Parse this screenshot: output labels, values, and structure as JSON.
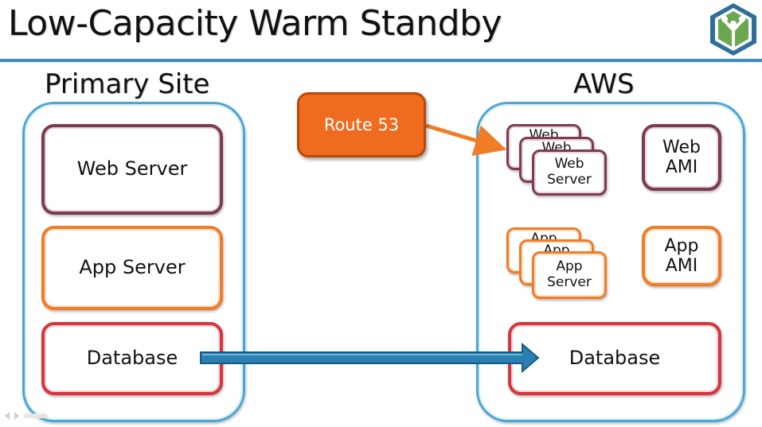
{
  "slide": {
    "title": "Low-Capacity Warm Standby"
  },
  "primary_site": {
    "title": "Primary Site",
    "web_server": "Web Server",
    "app_server": "App Server",
    "database": "Database"
  },
  "aws": {
    "title": "AWS",
    "web_stack_back": "Web",
    "web_stack_middle": "Web",
    "web_stack_front_line1": "Web",
    "web_stack_front_line2": "Server",
    "web_ami_line1": "Web",
    "web_ami_line2": "AMI",
    "app_stack_back": "App",
    "app_stack_middle": "App",
    "app_stack_front_line1": "App",
    "app_stack_front_line2": "Server",
    "app_ami_line1": "App",
    "app_ami_line2": "AMI",
    "database": "Database"
  },
  "route53": {
    "label": "Route 53"
  },
  "colors": {
    "accent_rule": "#3b8cc0",
    "site_border": "#4aa7d4",
    "web_border": "#7c3b55",
    "app_border": "#f07c27",
    "db_border": "#d8343d",
    "route53_fill": "#ef6b1f",
    "replication_arrow": "#2a7fb0"
  },
  "icons": {
    "logo": "hexagon-tree-logo-icon",
    "footer_controls": "playback-controls-icon"
  }
}
